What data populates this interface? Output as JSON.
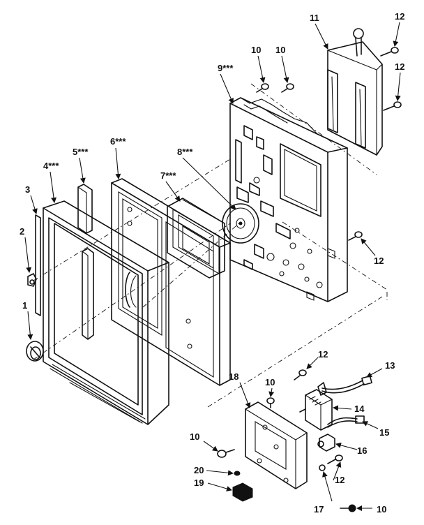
{
  "callouts": {
    "c1": "1",
    "c2": "2",
    "c3": "3",
    "c4": "4***",
    "c5": "5***",
    "c6": "6***",
    "c7": "7***",
    "c8": "8***",
    "c9": "9***",
    "c10a": "10",
    "c10b": "10",
    "c11": "11",
    "c12a": "12",
    "c12b": "12",
    "c12c": "12",
    "c10c": "10",
    "c12d": "12",
    "c13": "13",
    "c14": "14",
    "c15": "15",
    "c16": "16",
    "c18": "18",
    "c10d": "10",
    "c20": "20",
    "c19": "19",
    "c12e": "12",
    "c17": "17",
    "c10e": "10"
  }
}
